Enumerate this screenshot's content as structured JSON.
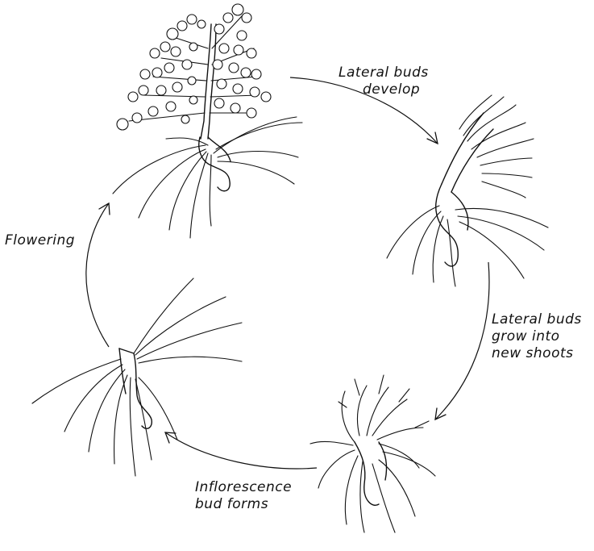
{
  "labels": {
    "lateral_buds_develop": [
      "Lateral buds",
      "develop"
    ],
    "lateral_buds_grow": [
      "Lateral buds",
      "grow into",
      "new shoots"
    ],
    "inflorescence_bud_forms": [
      "Inflorescence",
      "bud forms"
    ],
    "flowering": [
      "Flowering"
    ]
  },
  "stages": [
    "flowering-plant",
    "lateral-buds-developing",
    "new-shoots-growing",
    "inflorescence-bud-plant"
  ],
  "colors": {
    "ink": "#111111",
    "background": "#ffffff"
  }
}
